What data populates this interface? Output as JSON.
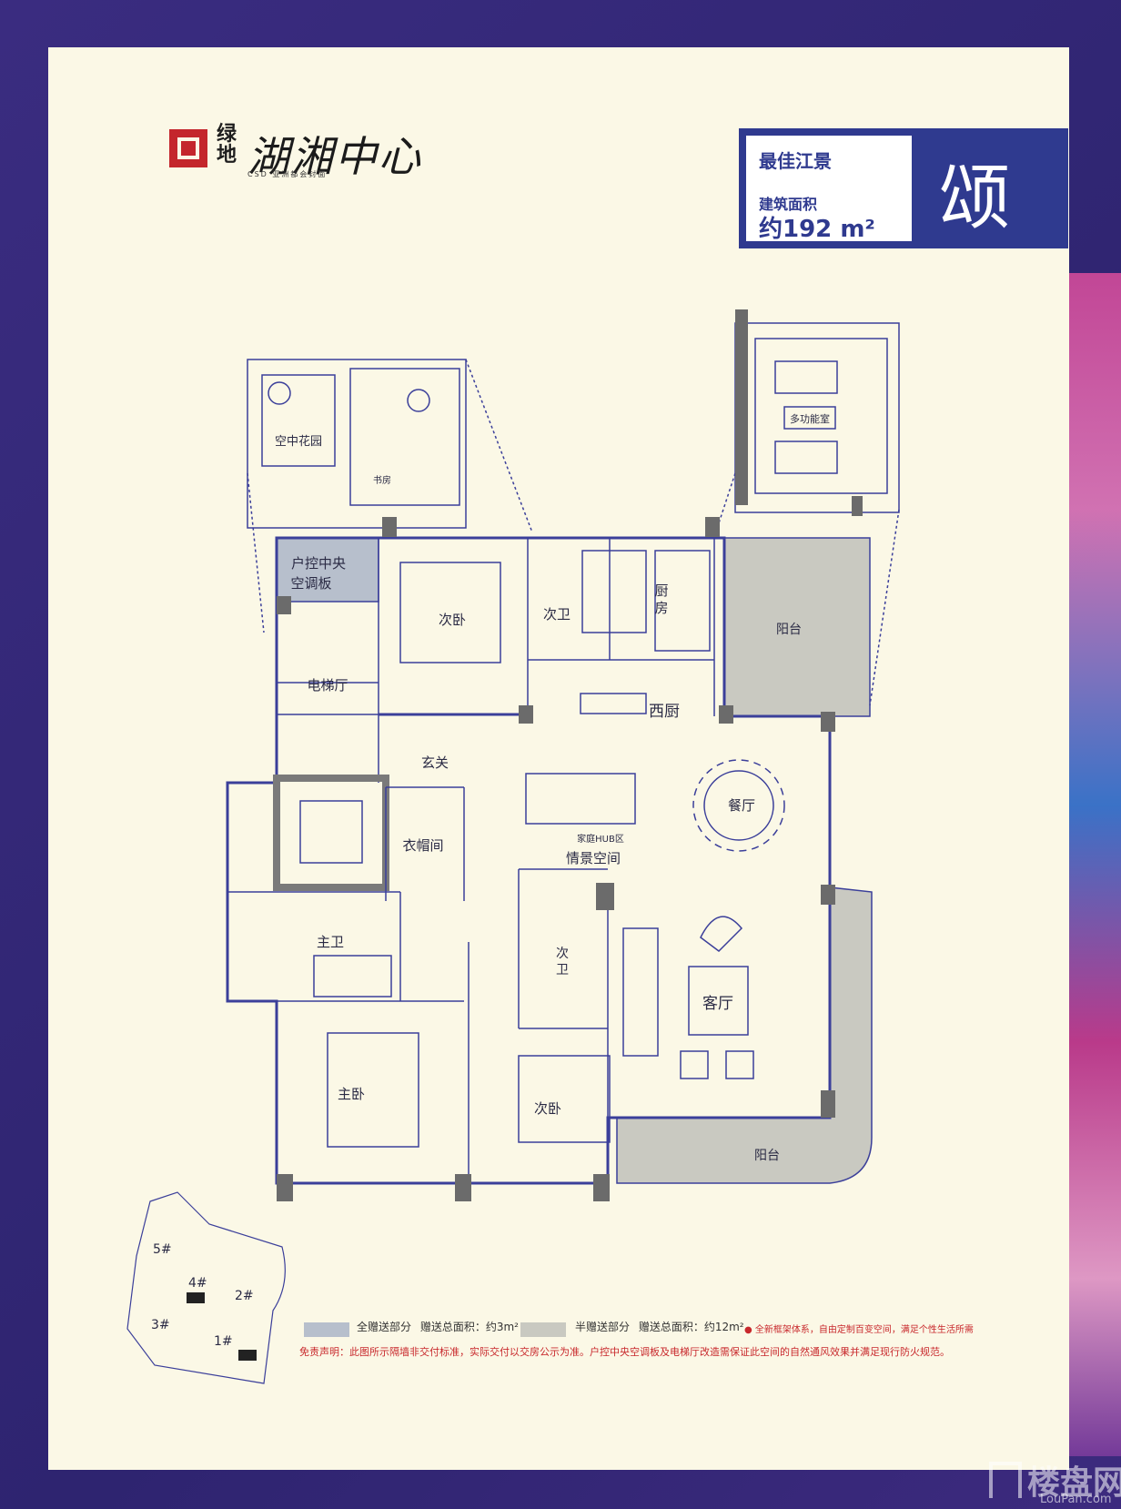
{
  "logo": {
    "brand_small": "绿地",
    "brand_big": "湖湘中心",
    "subtitle": "CSD 亚洲都会封面"
  },
  "badge": {
    "feature": "最佳江景",
    "area_label": "建筑面积",
    "area_value": "约192 m²",
    "unit_name": "颂"
  },
  "rooms": {
    "sky_garden": "空中花园",
    "study": "书房",
    "multi_room": "多功能室",
    "ac_platform_1": "户控中央",
    "ac_platform_2": "空调板",
    "elevator_hall": "电梯厅",
    "bedroom_2a": "次卧",
    "bath_2a": "次卫",
    "kitchen_1": "厨",
    "kitchen_2": "房",
    "balcony_top": "阳台",
    "west_kitchen": "西厨",
    "foyer": "玄关",
    "cloakroom": "衣帽间",
    "dining": "餐厅",
    "hub": "家庭HUB区",
    "scene_space": "情景空间",
    "master_bath": "主卫",
    "bath_2b_1": "次",
    "bath_2b_2": "卫",
    "living": "客厅",
    "master_bed": "主卧",
    "bedroom_2b": "次卧",
    "balcony_bottom": "阳台"
  },
  "site_map": {
    "buildings": [
      "5#",
      "4#",
      "2#",
      "3#",
      "1#"
    ]
  },
  "legend": {
    "full_gift": "全赠送部分",
    "full_gift_area": "赠送总面积：约3m²",
    "half_gift": "半赠送部分",
    "half_gift_area": "赠送总面积：约12m²",
    "note": "● 全新框架体系，自由定制百变空间，满足个性生活所需",
    "disclaimer": "免责声明：此图所示隔墙非交付标准，实际交付以交房公示为准。户控中央空调板及电梯厅改造需保证此空间的自然通风效果并满足现行防火规范。"
  },
  "colors": {
    "frame": "#3b2f7a",
    "paper": "#fbf8e6",
    "plan_line": "#3b3f9a",
    "full_gift_fill": "#b7bfcc",
    "half_gift_fill": "#c9c9c1",
    "badge": "#2f3a8f",
    "note_red": "#c8282c"
  },
  "watermark": {
    "cn": "楼盘网",
    "en": "LouPan.com"
  }
}
